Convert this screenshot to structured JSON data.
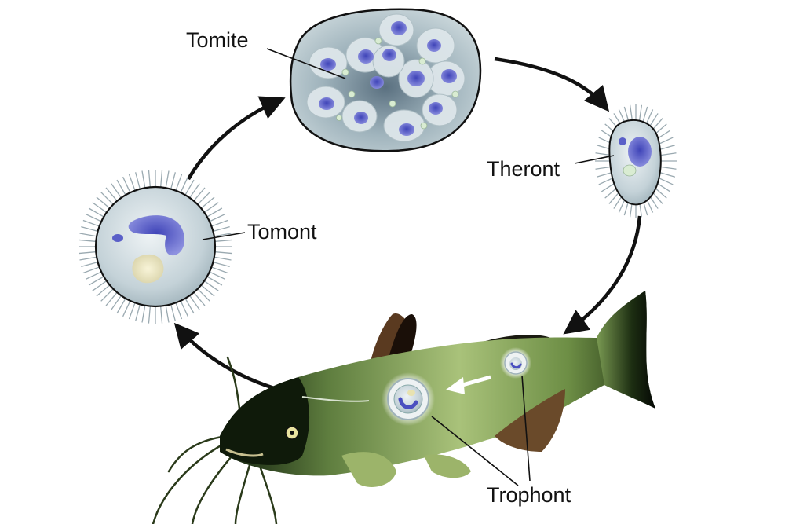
{
  "labels": {
    "tomite": "Tomite",
    "theront": "Theront",
    "tomont": "Tomont",
    "trophont": "Trophont"
  },
  "colors": {
    "cell_fill": "#b8c9cf",
    "cell_edge": "#1a1a1a",
    "nucleus": "#6a6fd0",
    "fish_green": "#7a9a52",
    "fish_dark": "#0d1a0a",
    "fin_brown": "#5a3a20",
    "arrow": "#111111"
  },
  "icons": [
    "tomite-cyst-icon",
    "theront-cell-icon",
    "tomont-cell-icon",
    "catfish-host-icon",
    "trophont-cyst-icon"
  ]
}
